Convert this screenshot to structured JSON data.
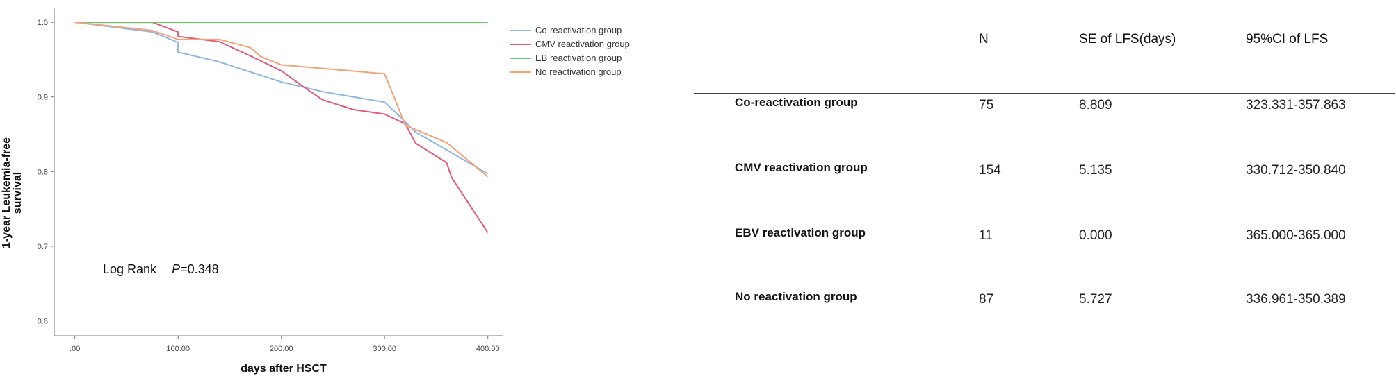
{
  "chart_data": {
    "type": "line",
    "title": "",
    "xlabel": "days after HSCT",
    "ylabel_lines": [
      "1-year Leukemia-free",
      "survival"
    ],
    "xlim": [
      -20,
      415
    ],
    "ylim": [
      0.58,
      1.015
    ],
    "x_ticks": [
      0,
      100,
      200,
      300,
      400
    ],
    "x_tick_labels": [
      ".00",
      "100.00",
      "200.00",
      "300.00",
      "400.00"
    ],
    "y_ticks": [
      1.0,
      0.9,
      0.8,
      0.7,
      0.6
    ],
    "y_tick_labels": [
      "1.0",
      "0.9",
      "0.8",
      "0.7",
      "0.6"
    ],
    "legend_position": "top-right",
    "annotation": {
      "prefix": "Log Rank",
      "p_symbol": "P",
      "p_value": "=0.348"
    },
    "series": [
      {
        "name": "Co-reactivation group",
        "color": "#8fb6e3",
        "x": [
          0,
          75,
          100,
          100,
          140,
          200,
          240,
          300,
          310,
          330,
          400
        ],
        "y": [
          1.0,
          0.987,
          0.973,
          0.96,
          0.947,
          0.92,
          0.907,
          0.893,
          0.88,
          0.853,
          0.797
        ]
      },
      {
        "name": "CMV reactivation group",
        "color": "#e05a7a",
        "x": [
          0,
          75,
          100,
          100,
          140,
          170,
          200,
          220,
          240,
          270,
          300,
          320,
          330,
          360,
          365,
          400
        ],
        "y": [
          1.0,
          1.0,
          0.987,
          0.981,
          0.974,
          0.955,
          0.935,
          0.915,
          0.896,
          0.883,
          0.877,
          0.864,
          0.838,
          0.812,
          0.792,
          0.718
        ]
      },
      {
        "name": "EB reactivation group",
        "color": "#6fbf6f",
        "x": [
          0,
          400
        ],
        "y": [
          1.0,
          1.0
        ]
      },
      {
        "name": "No reactivation group",
        "color": "#f4a27a",
        "x": [
          0,
          75,
          100,
          140,
          170,
          180,
          200,
          300,
          310,
          320,
          360,
          400
        ],
        "y": [
          1.0,
          0.989,
          0.977,
          0.977,
          0.966,
          0.954,
          0.943,
          0.931,
          0.897,
          0.862,
          0.839,
          0.793
        ]
      }
    ]
  },
  "table": {
    "headers": {
      "n": "N",
      "se": "SE of LFS(days)",
      "ci": "95%CI of LFS"
    },
    "rows": [
      {
        "group": "Co-reactivation  group",
        "n": "75",
        "se": "8.809",
        "ci": "323.331-357.863"
      },
      {
        "group": "CMV  reactivation  group",
        "n": "154",
        "se": "5.135",
        "ci": "330.712-350.840"
      },
      {
        "group": "EBV  reactivation  group",
        "n": "11",
        "se": "0.000",
        "ci": "365.000-365.000"
      },
      {
        "group": "No  reactivation  group",
        "n": "87",
        "se": "5.727",
        "ci": "336.961-350.389"
      }
    ]
  }
}
